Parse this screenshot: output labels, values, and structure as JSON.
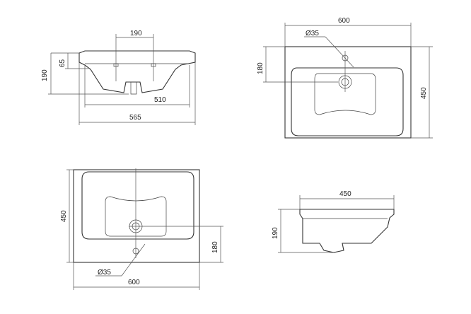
{
  "views": {
    "front": {
      "dim_hole_spacing": "190",
      "dim_rim_height": "65",
      "dim_total_height": "190",
      "dim_inner_width": "510",
      "dim_overall_width": "565"
    },
    "top": {
      "dim_width": "600",
      "dim_depth": "450",
      "dim_drain_offset": "180",
      "dim_tap_hole": "Ø35"
    },
    "bottom": {
      "dim_width": "600",
      "dim_depth": "450",
      "dim_drain_offset": "180",
      "dim_tap_hole": "Ø35"
    },
    "side": {
      "dim_depth": "450",
      "dim_height": "190"
    }
  }
}
